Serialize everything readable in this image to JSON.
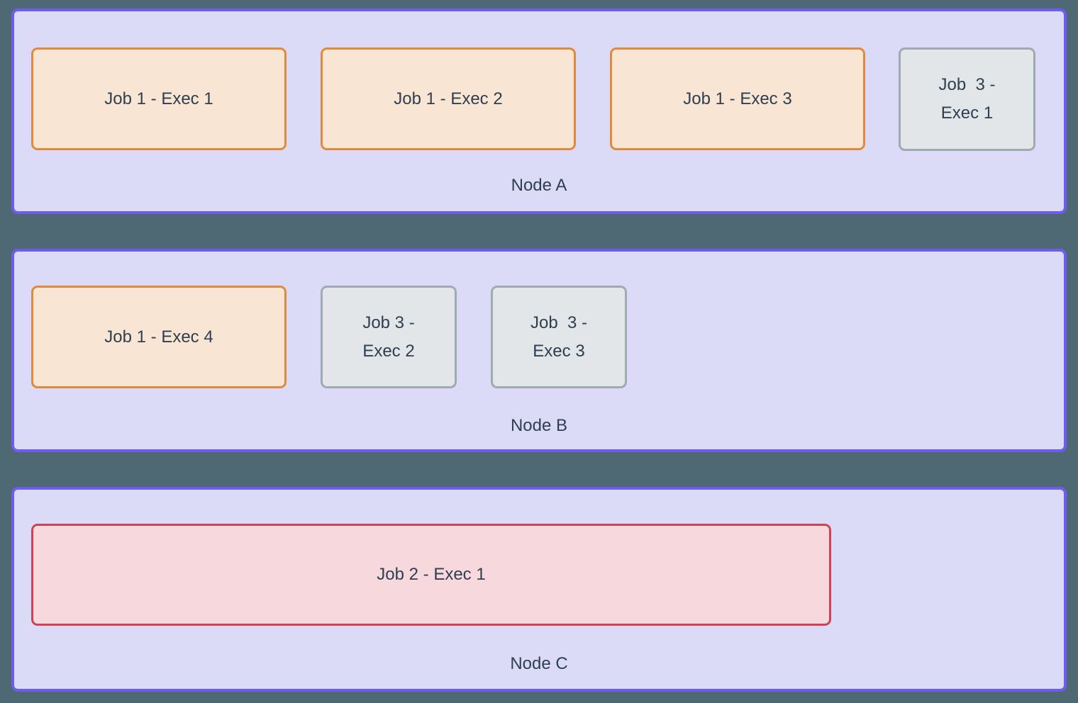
{
  "diagram": {
    "description": "Cluster nodes with job executor allocation",
    "colors": {
      "background": "#4E6973",
      "node_fill": "#DCDBF7",
      "node_border": "#6D5CEE",
      "job1_fill": "#F9E5D3",
      "job1_border": "#E08A3C",
      "job2_fill": "#F7D8DD",
      "job2_border": "#CC4358",
      "job3_fill": "#E2E6E9",
      "job3_border": "#9EABB3",
      "text": "#2E3F50"
    }
  },
  "nodes": [
    {
      "label": "Node A",
      "executors": [
        {
          "label": "Job 1 - Exec 1",
          "job": "job1"
        },
        {
          "label": "Job 1 - Exec 2",
          "job": "job1"
        },
        {
          "label": "Job 1 - Exec 3",
          "job": "job1"
        },
        {
          "label": "Job  3 -\nExec 1",
          "job": "job3"
        }
      ]
    },
    {
      "label": "Node B",
      "executors": [
        {
          "label": "Job 1 - Exec 4",
          "job": "job1"
        },
        {
          "label": "Job 3 -\nExec 2",
          "job": "job3"
        },
        {
          "label": "Job  3 -\nExec 3",
          "job": "job3"
        }
      ]
    },
    {
      "label": "Node C",
      "executors": [
        {
          "label": "Job 2 - Exec 1",
          "job": "job2"
        }
      ]
    }
  ]
}
